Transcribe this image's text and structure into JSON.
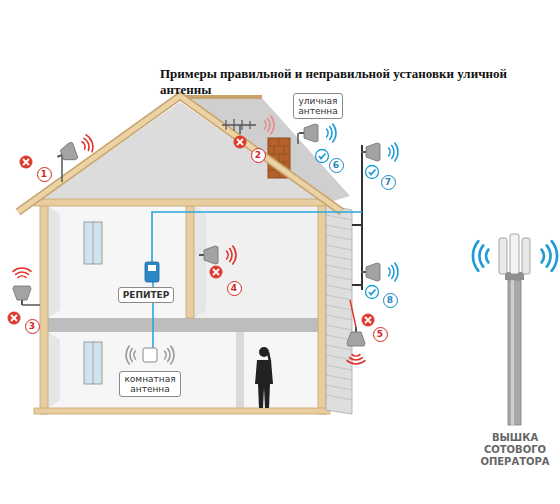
{
  "diagram": {
    "title": "Примеры правильной и неправильной установки уличной антенны",
    "nodes": [
      {
        "text": [
          "уличная антенна"
        ]
      },
      {
        "text": [
          "РЕПИТЕР"
        ]
      },
      {
        "text": [
          "комнатная антенна"
        ]
      },
      {
        "text": [
          "1"
        ]
      },
      {
        "text": [
          "2"
        ]
      },
      {
        "text": [
          "3"
        ]
      },
      {
        "text": [
          "4"
        ]
      },
      {
        "text": [
          "5"
        ]
      },
      {
        "text": [
          "6"
        ]
      },
      {
        "text": [
          "7"
        ]
      },
      {
        "text": [
          "8"
        ]
      }
    ],
    "labels": [
      "ВЫШКА СОТОВОГО ОПЕРАТОРА"
    ]
  }
}
